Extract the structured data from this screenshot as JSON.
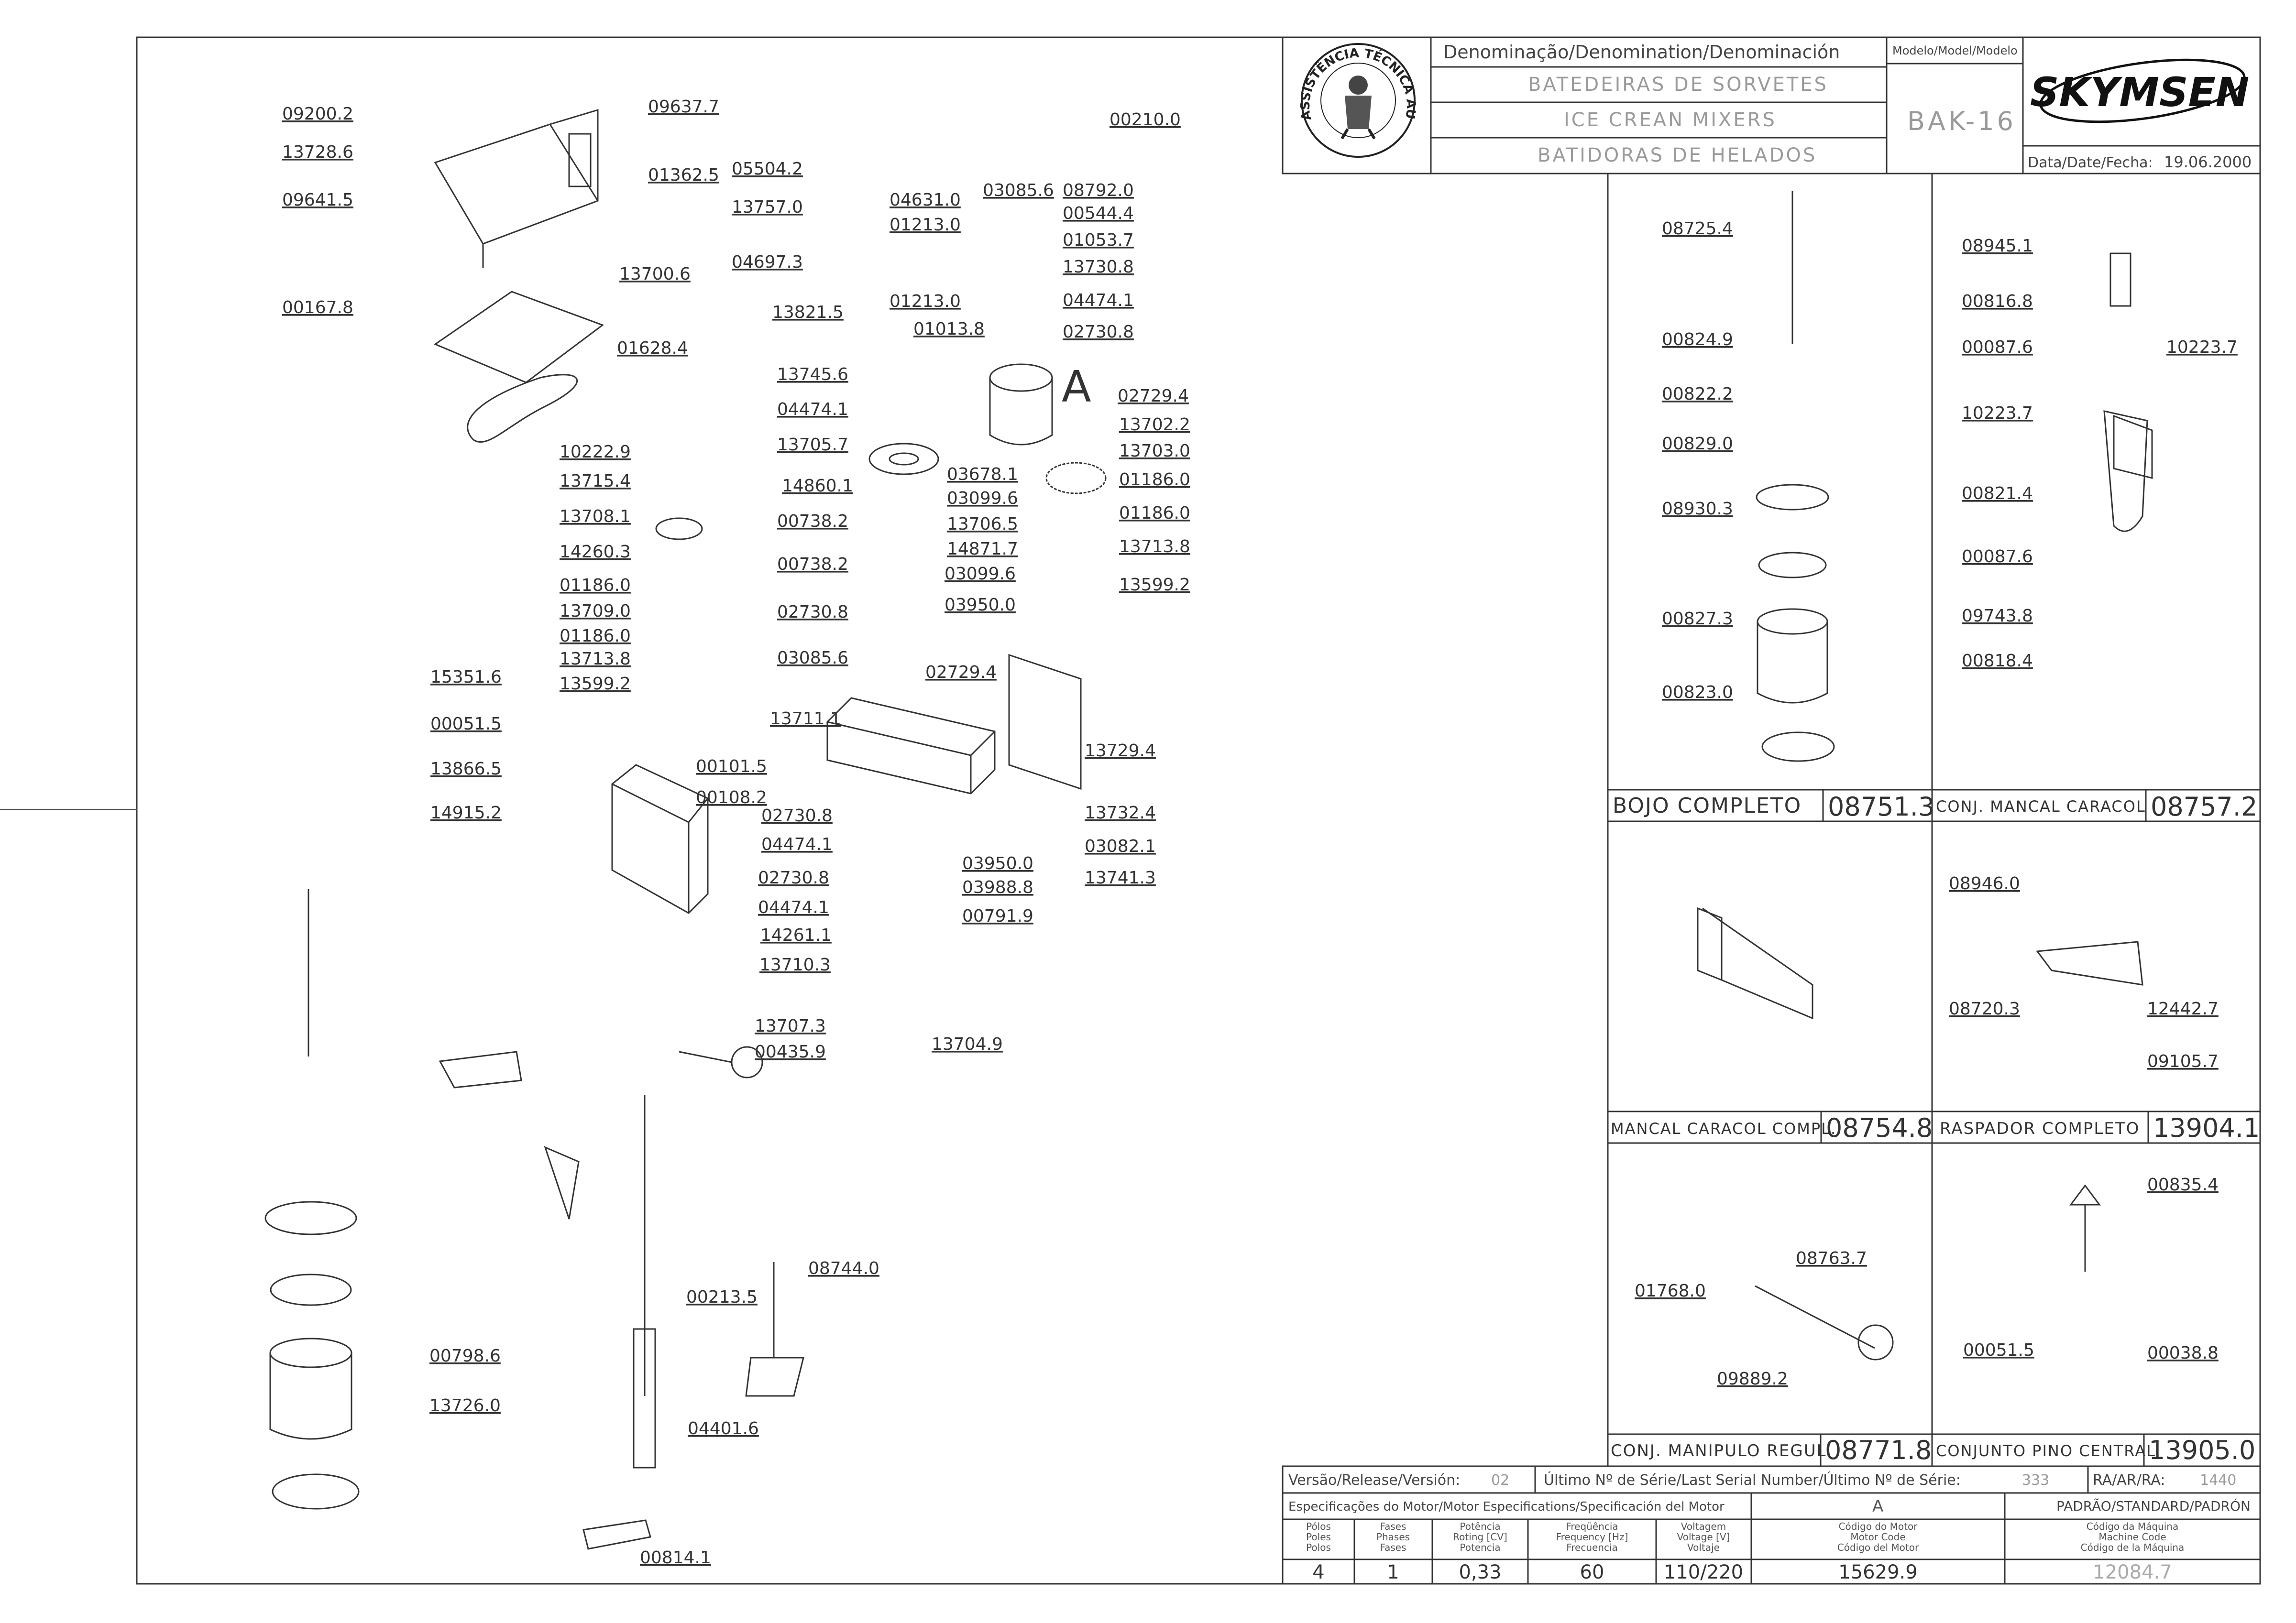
{
  "brand": "SKYMSEN",
  "seal": {
    "text": "ASSISTÊNCIA TÉCNICA AUTORIZADA"
  },
  "title_block": {
    "denomination_header": "Denominação/Denomination/Denominación",
    "denominations": [
      "BATEDEIRAS DE SORVETES",
      "ICE CREAN MIXERS",
      "BATIDORAS DE HELADOS"
    ],
    "model_header": "Modelo/Model/Modelo",
    "model": "BAK-16",
    "date_label": "Data/Date/Fecha:",
    "date": "19.06.2000"
  },
  "main_labels": [
    "09200.2",
    "13728.6",
    "09641.5",
    "00167.8",
    "09637.7",
    "01362.5",
    "13700.6",
    "01628.4",
    "05504.2",
    "13757.0",
    "04697.3",
    "04631.0",
    "01213.0",
    "01213.0",
    "13821.5",
    "03085.6",
    "08792.0",
    "00544.4",
    "01053.7",
    "13730.8",
    "04474.1",
    "02730.8",
    "01013.8",
    "00210.0",
    "13745.6",
    "04474.1",
    "13705.7",
    "14860.1",
    "00738.2",
    "00738.2",
    "03678.1",
    "03099.6",
    "13706.5",
    "14871.7",
    "03099.6",
    "02729.4",
    "13702.2",
    "13703.0",
    "01186.0",
    "01186.0",
    "13713.8",
    "13599.2",
    "10222.9",
    "13715.4",
    "13708.1",
    "14260.3",
    "01186.0",
    "13709.0",
    "01186.0",
    "13713.8",
    "13599.2",
    "02730.8",
    "03950.0",
    "03085.6",
    "02729.4",
    "13711.1",
    "13729.4",
    "15351.6",
    "00051.5",
    "13866.5",
    "14915.2",
    "00101.5",
    "00108.2",
    "02730.8",
    "04474.1",
    "02730.8",
    "04474.1",
    "14261.1",
    "13710.3",
    "03950.0",
    "03988.8",
    "00791.9",
    "13732.4",
    "03082.1",
    "13741.3",
    "13707.3",
    "00435.9",
    "13704.9",
    "08744.0",
    "00213.5",
    "00798.6",
    "13726.0",
    "04401.6",
    "00814.1"
  ],
  "callout_letter": "A",
  "kits": [
    {
      "name": "BOJO COMPLETO",
      "code": "08751.3",
      "labels": [
        "08725.4",
        "00824.9",
        "00822.2",
        "00829.0",
        "08930.3",
        "00827.3",
        "00823.0"
      ]
    },
    {
      "name": "CONJ. MANCAL CARACOL",
      "code": "08757.2",
      "labels": [
        "08945.1",
        "00816.8",
        "00087.6",
        "10223.7",
        "10223.7",
        "00821.4",
        "00087.6",
        "09743.8",
        "00818.4"
      ]
    },
    {
      "name": "MANCAL CARACOL COMPL.",
      "code": "08754.8",
      "labels": []
    },
    {
      "name": "RASPADOR COMPLETO",
      "code": "13904.1",
      "labels": [
        "08946.0",
        "08720.3",
        "12442.7",
        "09105.7"
      ]
    },
    {
      "name": "CONJ. MANIPULO REGUL.",
      "code": "08771.8",
      "labels": [
        "01768.0",
        "08763.7",
        "09889.2"
      ]
    },
    {
      "name": "CONJUNTO PINO CENTRAL",
      "code": "13905.0",
      "labels": [
        "00835.4",
        "00051.5",
        "00038.8"
      ]
    }
  ],
  "release": {
    "label": "Versão/Release/Versión:",
    "value": "02",
    "serial_label": "Último Nº de Série/Last Serial Number/Último Nº de Série:",
    "serial_value": "333",
    "ra_label": "RA/AR/RA:",
    "ra_value": "1440"
  },
  "motor": {
    "spec_label": "Especificações do Motor/Motor Especifications/Specificación del Motor",
    "spec_value": "A",
    "standard_label": "PADRÃO/STANDARD/PADRÓN",
    "columns": [
      {
        "h": [
          "Pólos",
          "Poles",
          "Polos"
        ],
        "v": "4"
      },
      {
        "h": [
          "Fases",
          "Phases",
          "Fases"
        ],
        "v": "1"
      },
      {
        "h": [
          "Potência",
          "Roting [CV]",
          "Potencia"
        ],
        "v": "0,33"
      },
      {
        "h": [
          "Freqüência",
          "Frequency [Hz]",
          "Frecuencia"
        ],
        "v": "60"
      },
      {
        "h": [
          "Voltagem",
          "Voltage [V]",
          "Voltaje"
        ],
        "v": "110/220"
      },
      {
        "h": [
          "Código do Motor",
          "Motor Code",
          "Código del Motor"
        ],
        "v": "15629.9"
      },
      {
        "h": [
          "Código da Máquina",
          "Machine Code",
          "Código de la Máquina"
        ],
        "v": "12084.7"
      }
    ]
  }
}
